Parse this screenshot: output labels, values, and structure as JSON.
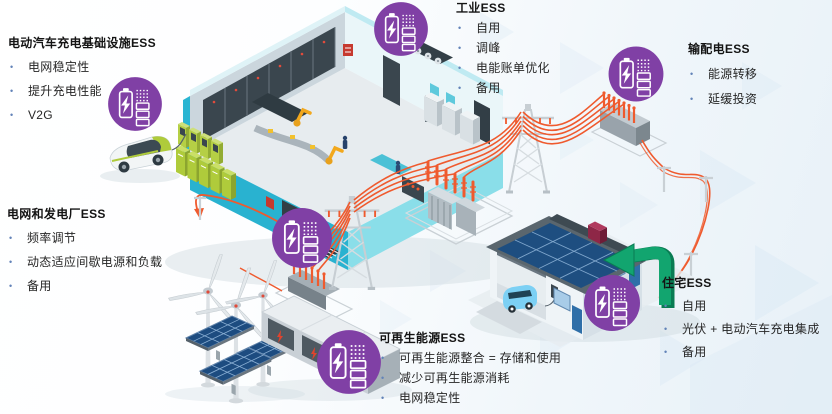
{
  "ui": {
    "bullet": "•"
  },
  "colors": {
    "accent_purple": "#8040A5",
    "line_orange": "#EF5A2E",
    "eco_green": "#12A56F",
    "lime_green": "#AFCB3B",
    "cyan": "#29B2D0",
    "solar_blue": "#1E4E80",
    "alert_red": "#D93025",
    "text_dark": "#1F1F1F"
  },
  "sections": [
    {
      "id": "ev-charging-infrastructure",
      "title": "电动汽车充电基础设施ESS",
      "items": [
        "电网稳定性",
        "提升充电性能",
        "V2G"
      ]
    },
    {
      "id": "industrial",
      "title": "工业ESS",
      "items": [
        "自用",
        "调峰",
        "电能账单优化",
        "备用"
      ]
    },
    {
      "id": "transmission-distribution",
      "title": "输配电ESS",
      "items": [
        "能源转移",
        "延缓投资"
      ]
    },
    {
      "id": "grid-power-plant",
      "title": "电网和发电厂ESS",
      "items": [
        "频率调节",
        "动态适应间歇电源和负载",
        "备用"
      ]
    },
    {
      "id": "renewable-energy",
      "title": "可再生能源ESS",
      "items": [
        "可再生能源整合 = 存储和使用",
        "减少可再生能源消耗",
        "电网稳定性"
      ]
    },
    {
      "id": "residential",
      "title": "住宅ESS",
      "items": [
        "自用",
        "光伏 + 电动汽车充电集成",
        "备用"
      ]
    }
  ],
  "icons": [
    {
      "id": "ess-icon-ev-charging",
      "glyph": "battery-lightning"
    },
    {
      "id": "ess-icon-industrial",
      "glyph": "battery-lightning"
    },
    {
      "id": "ess-icon-transmission-distribution",
      "glyph": "battery-lightning"
    },
    {
      "id": "ess-icon-grid-power-plant",
      "glyph": "battery-lightning"
    },
    {
      "id": "ess-icon-renewable",
      "glyph": "battery-lightning"
    },
    {
      "id": "ess-icon-residential",
      "glyph": "battery-lightning"
    }
  ],
  "scene": {
    "elements": [
      "factory",
      "ev-car",
      "charging-stations",
      "transmission-towers",
      "substations",
      "power-lines",
      "wind-turbines",
      "solar-panels",
      "battery-storage-containers",
      "house-with-solar-roof",
      "garage-ev",
      "green-energy-arrow"
    ]
  }
}
